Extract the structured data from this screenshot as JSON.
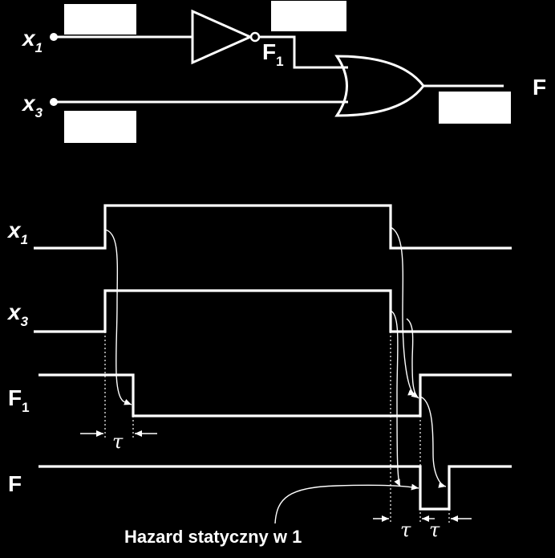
{
  "circuit": {
    "inputs": [
      {
        "name": "x",
        "sub": "1"
      },
      {
        "name": "x",
        "sub": "3"
      }
    ],
    "inverter_output": {
      "name": "F",
      "sub": "1"
    },
    "output": {
      "name": "F"
    }
  },
  "timing": {
    "signals": [
      {
        "name": "x",
        "sub": "1"
      },
      {
        "name": "x",
        "sub": "3"
      },
      {
        "name": "F",
        "sub": "1"
      },
      {
        "name": "F",
        "sub": ""
      }
    ],
    "delay_symbol": "τ",
    "hazard_caption": "Hazard statyczny w 1"
  }
}
